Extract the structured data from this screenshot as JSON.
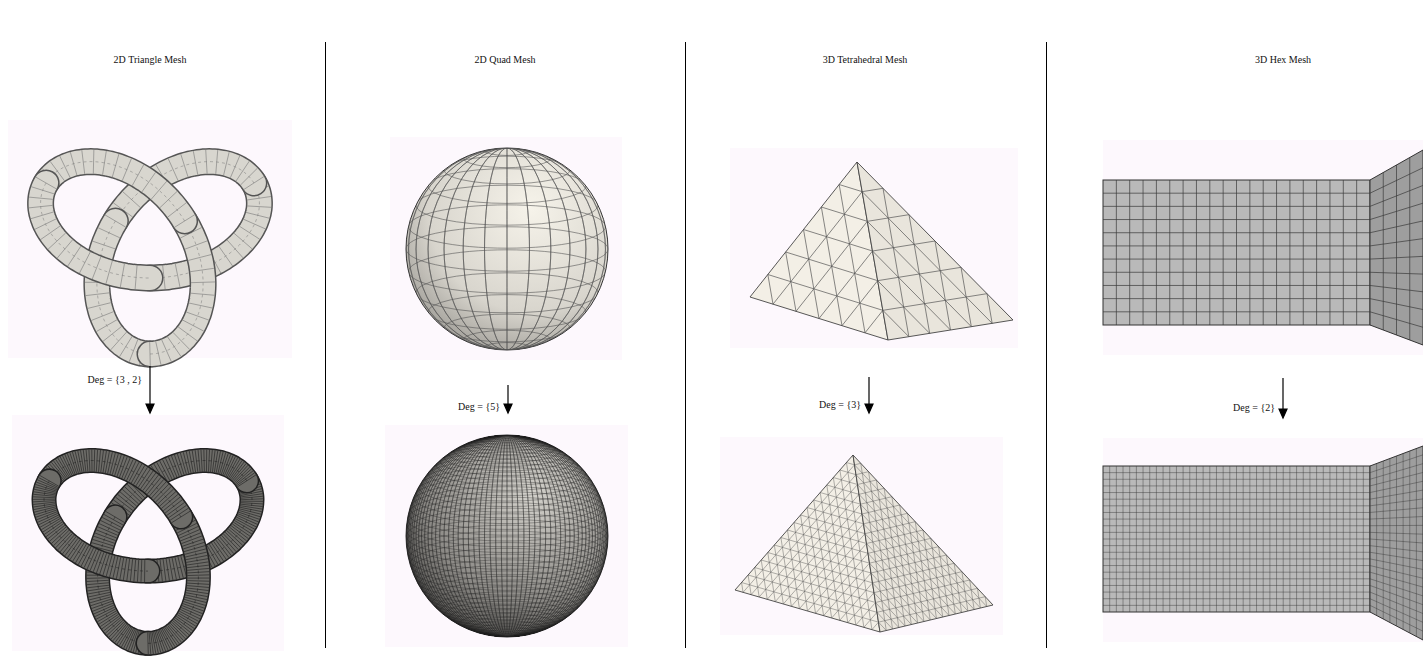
{
  "diagram": {
    "labels": [
      "2D Triangle Mesh",
      "2D Quad Mesh",
      "3D Tetrahedral Mesh",
      "3D Hex Mesh",
      "Deg = {3 , 2}",
      "Deg = {5}",
      "Deg = {3}",
      "Deg = {2}"
    ]
  }
}
